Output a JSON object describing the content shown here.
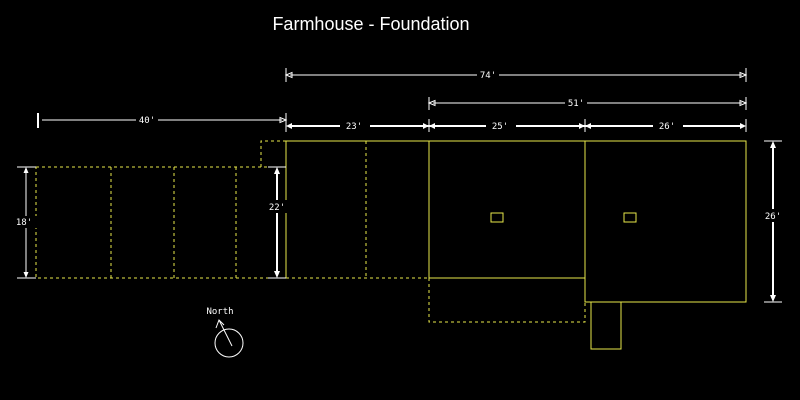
{
  "title": "Farmhouse - Foundation",
  "dimensions": {
    "overall_width": "74'",
    "main_width": "51'",
    "left_wing_width": "40'",
    "middle_width": "23'",
    "center_width": "25'",
    "right_width": "26'",
    "left_wing_depth": "18'",
    "middle_depth": "22'",
    "right_depth": "26'"
  },
  "compass": {
    "label": "North"
  },
  "colors": {
    "background": "#000000",
    "outline": "#e8e84a",
    "dimension": "#ffffff"
  }
}
